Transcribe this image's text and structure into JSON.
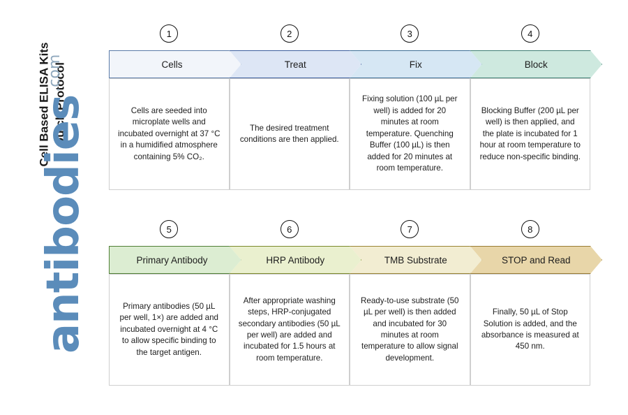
{
  "title": {
    "text": "Cell Based ELISA Kits\nQuick Protocol"
  },
  "logo": {
    "word": "antibodies",
    "domain": ".com",
    "color": "#5b8cba"
  },
  "diagram": {
    "type": "chevron-process-flow",
    "rows": [
      {
        "name": "row-1",
        "steps": [
          {
            "number": "1",
            "label": "Cells",
            "fill": "#f2f5fa",
            "border": "#5b7ba8",
            "body": "Cells are seeded into microplate wells and incubated overnight at 37 °C in a humidified atmosphere containing 5% CO₂."
          },
          {
            "number": "2",
            "label": "Treat",
            "fill": "#dde6f5",
            "border": "#3c5f9e",
            "body": "The desired treatment conditions are then applied."
          },
          {
            "number": "3",
            "label": "Fix",
            "fill": "#d6e7f4",
            "border": "#3f6f96",
            "body": "Fixing solution (100 µL per well) is added for 20 minutes at room temperature. Quenching Buffer (100 µL) is then added for 20 minutes at room temperature."
          },
          {
            "number": "4",
            "label": "Block",
            "fill": "#cee9df",
            "border": "#3f7f75",
            "body": "Blocking Buffer (200 µL per well) is then applied, and the plate is incubated for 1 hour at room temperature to reduce non-specific binding."
          }
        ]
      },
      {
        "name": "row-2",
        "steps": [
          {
            "number": "5",
            "label": "Primary Antibody",
            "fill": "#dcedd2",
            "border": "#4f7f35",
            "body": "Primary antibodies (50 µL per well, 1×) are added and incubated overnight at 4 °C to allow specific binding to the target antigen."
          },
          {
            "number": "6",
            "label": "HRP Antibody",
            "fill": "#eaf0cf",
            "border": "#7c8a2c",
            "body": "After appropriate washing steps, HRP-conjugated secondary antibodies (50 µL per well) are added and incubated for 1.5 hours at room temperature."
          },
          {
            "number": "7",
            "label": "TMB Substrate",
            "fill": "#f2edd2",
            "border": "#9a8533",
            "body": "Ready-to-use substrate (50 µL per well) is then added and incubated for 30 minutes at room temperature to allow signal development."
          },
          {
            "number": "8",
            "label": "STOP and Read",
            "fill": "#e8d6a9",
            "border": "#9a7c33",
            "body": "Finally, 50 µL of Stop Solution is added, and the absorbance is measured at 450 nm."
          }
        ]
      }
    ]
  }
}
